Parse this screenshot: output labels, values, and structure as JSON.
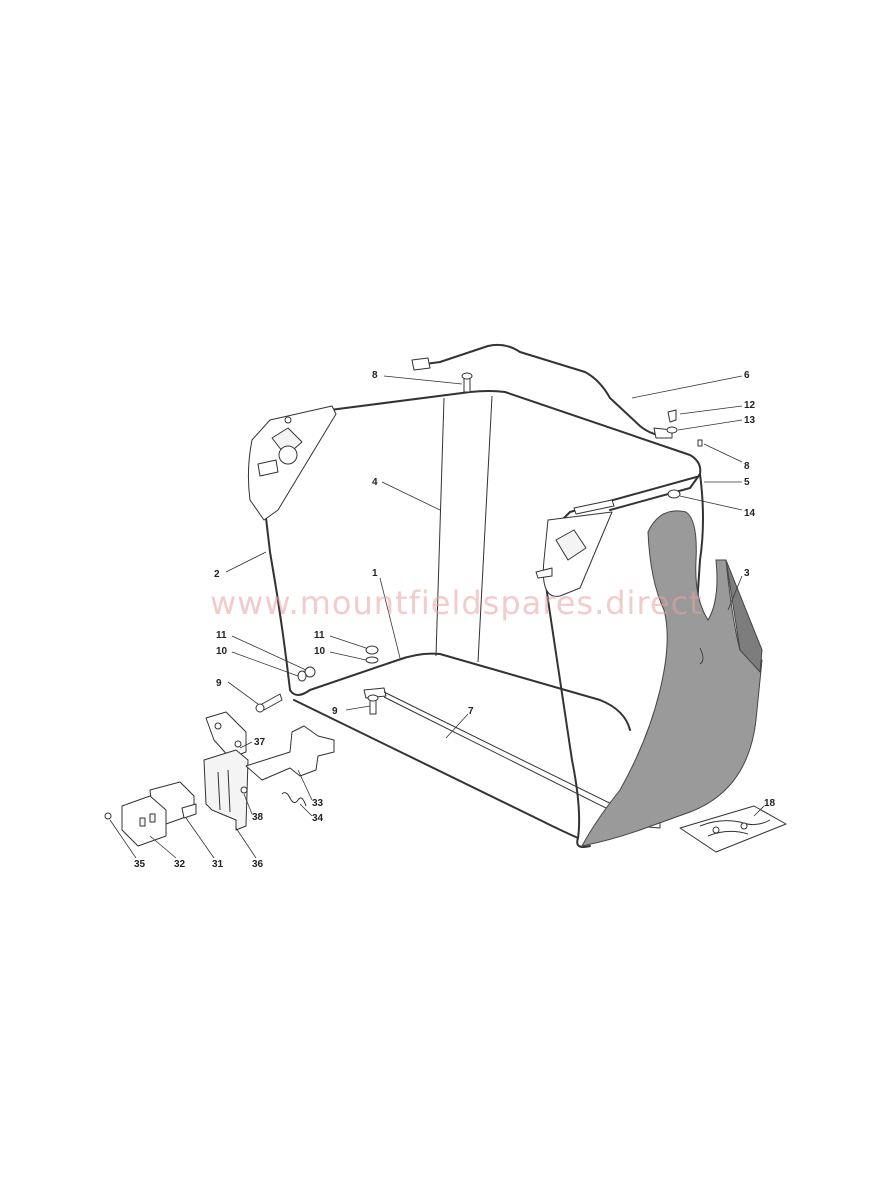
{
  "watermark": "www.mountfieldspares.direct",
  "callouts": [
    {
      "id": "8a",
      "label": "8"
    },
    {
      "id": "6",
      "label": "6"
    },
    {
      "id": "12",
      "label": "12"
    },
    {
      "id": "13",
      "label": "13"
    },
    {
      "id": "8b",
      "label": "8"
    },
    {
      "id": "5",
      "label": "5"
    },
    {
      "id": "4",
      "label": "4"
    },
    {
      "id": "14",
      "label": "14"
    },
    {
      "id": "2",
      "label": "2"
    },
    {
      "id": "3",
      "label": "3"
    },
    {
      "id": "1",
      "label": "1"
    },
    {
      "id": "11a",
      "label": "11"
    },
    {
      "id": "11b",
      "label": "11"
    },
    {
      "id": "10a",
      "label": "10"
    },
    {
      "id": "10b",
      "label": "10"
    },
    {
      "id": "9a",
      "label": "9"
    },
    {
      "id": "9b",
      "label": "9"
    },
    {
      "id": "7",
      "label": "7"
    },
    {
      "id": "37",
      "label": "37"
    },
    {
      "id": "33",
      "label": "33"
    },
    {
      "id": "34",
      "label": "34"
    },
    {
      "id": "38",
      "label": "38"
    },
    {
      "id": "18",
      "label": "18"
    },
    {
      "id": "35",
      "label": "35"
    },
    {
      "id": "32",
      "label": "32"
    },
    {
      "id": "31",
      "label": "31"
    },
    {
      "id": "36",
      "label": "36"
    }
  ]
}
